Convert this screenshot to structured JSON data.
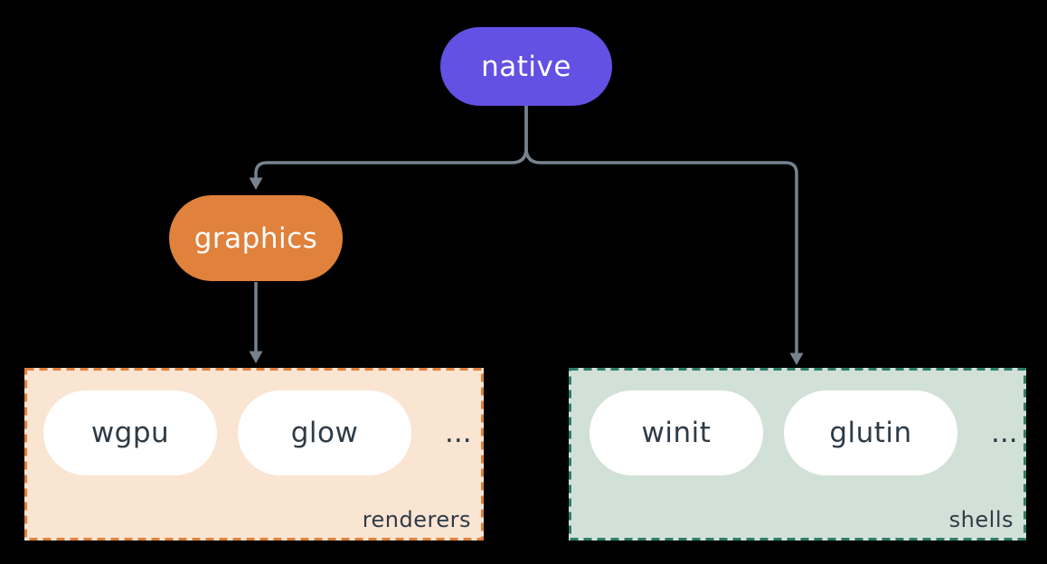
{
  "diagram": {
    "background_color": "#000000",
    "connector_color": "#76838F",
    "text_color_dark": "#2E3B46",
    "text_color_light": "#FFFFFF",
    "nodes": {
      "native": {
        "label": "native",
        "fill": "#6351E4"
      },
      "graphics": {
        "label": "graphics",
        "fill": "#E0813C"
      }
    },
    "groups": {
      "renderers": {
        "label": "renderers",
        "items": [
          "wgpu",
          "glow"
        ],
        "ellipsis": "...",
        "fill": "#FAE4D2",
        "border_color": "#E0813C"
      },
      "shells": {
        "label": "shells",
        "items": [
          "winit",
          "glutin"
        ],
        "ellipsis": "...",
        "fill": "#D2E1D8",
        "border_color": "#2E7D6A"
      }
    },
    "edges": [
      {
        "from": "native",
        "to": "graphics"
      },
      {
        "from": "native",
        "to": "shells"
      },
      {
        "from": "graphics",
        "to": "renderers"
      }
    ]
  }
}
